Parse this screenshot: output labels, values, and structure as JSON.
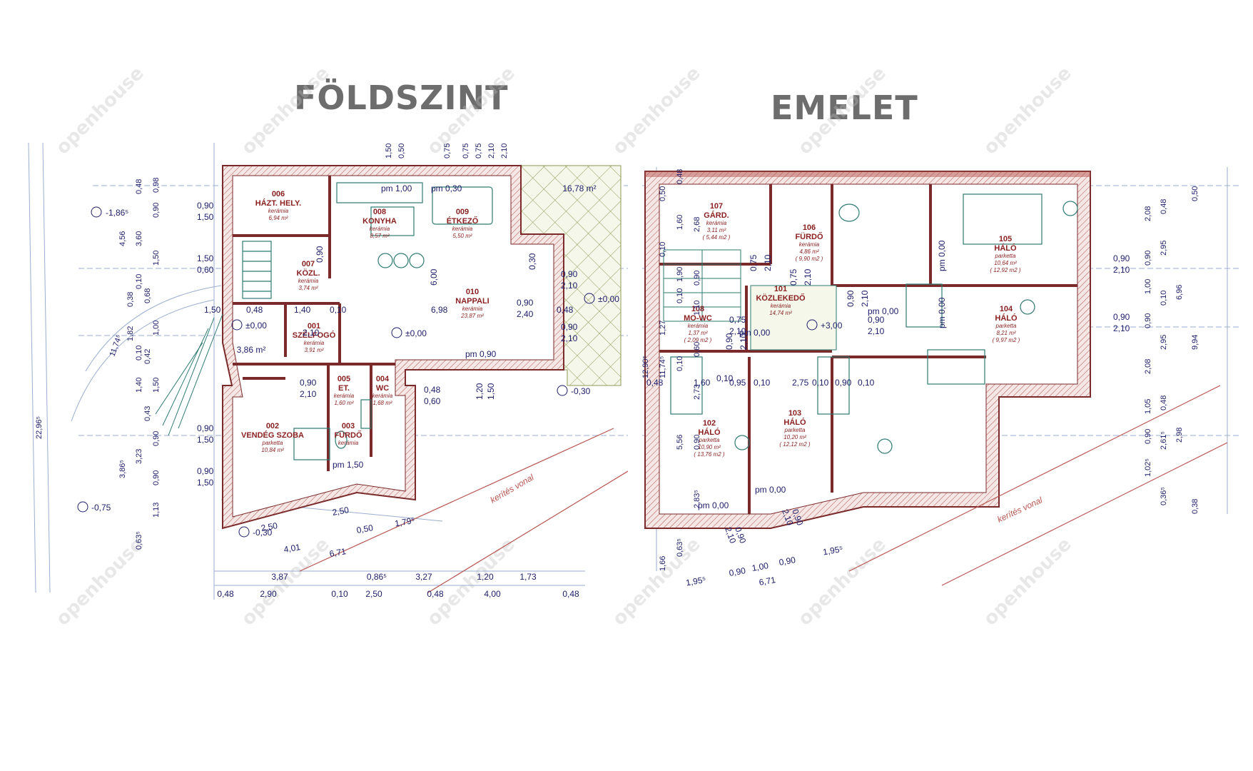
{
  "titles": {
    "ground": "FÖLDSZINT",
    "upper": "EMELET"
  },
  "watermark": "openhouse",
  "ground_floor": {
    "rooms": [
      {
        "code": "006",
        "name": "HÁZT. HELY.",
        "finish": "kerámia",
        "area": "6,94 m²"
      },
      {
        "code": "008",
        "name": "KONYHA",
        "finish": "kerámia",
        "area": "8,57 m²"
      },
      {
        "code": "009",
        "name": "ÉTKEZŐ",
        "finish": "kerámia",
        "area": "5,50 m²"
      },
      {
        "code": "007",
        "name": "KÖZL.",
        "finish": "kerámia",
        "area": "3,74 m²"
      },
      {
        "code": "010",
        "name": "NAPPALI",
        "finish": "kerámia",
        "area": "23,87 m²"
      },
      {
        "code": "001",
        "name": "SZÉLFOGÓ",
        "finish": "kerámia",
        "area": "3,91 m²"
      },
      {
        "code": "005",
        "name": "ET.",
        "finish": "kerámia",
        "area": "1,60 m²"
      },
      {
        "code": "004",
        "name": "WC",
        "finish": "kerámia",
        "area": "1,68 m²"
      },
      {
        "code": "002",
        "name": "VENDÉG SZOBA",
        "finish": "parketta",
        "area": "10,84 m²"
      },
      {
        "code": "003",
        "name": "FÜRDŐ",
        "finish": "kerámia",
        "area": ""
      }
    ],
    "terrace_area": "16,78 m²",
    "terrace2_area": "3,86 m²",
    "levels": [
      "-1,86⁵",
      "±0,00",
      "±0,00",
      "±0,00",
      "-0,30",
      "-0,75",
      "-0,30"
    ],
    "fence": "kerítés vonal",
    "top_dims": [
      "1,50",
      "0,50",
      "0,75",
      "0,75",
      "2,10",
      "0,75",
      "2,10"
    ],
    "left_dims": [
      "0,48",
      "0,98",
      "0,90",
      "4,56",
      "3,60",
      "1,50",
      "0,10",
      "0,38",
      "0,68",
      "1,82",
      "1,00",
      "0,42",
      "0,10",
      "1,40",
      "1,50",
      "0,43",
      "3,23",
      "0,90",
      "1,13",
      "0,63⁵",
      "3,86⁵",
      "0,90",
      "11,74⁵",
      "22,96⁵"
    ],
    "row1": [
      "3,87",
      "0,86⁵",
      "3,27",
      "1,20",
      "1,73"
    ],
    "row2": [
      "0,48",
      "2,90",
      "0,10",
      "2,50",
      "0,48",
      "4,00",
      "0,48"
    ],
    "diag_dims": [
      "2,50",
      "0,50",
      "1,79⁵",
      "4,01",
      "6,71",
      "2,50"
    ],
    "inner": [
      "0,90",
      "1,50",
      "1,50",
      "0,60",
      "1,50",
      "0,48",
      "1,40",
      "0,10",
      "6,98",
      "0,90",
      "0,48",
      "2,40",
      "0,90",
      "2,10",
      "0,90",
      "2,10",
      "0,90",
      "1,50",
      "0,90",
      "1,50",
      "0,90",
      "2,10",
      "0,48",
      "0,60",
      "1,20",
      "1,50",
      "pm 0,90",
      "pm 1,00",
      "pm 0,30",
      "pm 1,50",
      "6,00",
      "0,90",
      "0,30",
      "2,10"
    ]
  },
  "upper_floor": {
    "rooms": [
      {
        "code": "107",
        "name": "GÁRD.",
        "finish": "kerámia",
        "area": "3,11 m²",
        "area2": "( 5,44 m2 )"
      },
      {
        "code": "106",
        "name": "FÜRDŐ",
        "finish": "kerámia",
        "area": "4,86 m²",
        "area2": "( 9,90 m2 )"
      },
      {
        "code": "105",
        "name": "HÁLÓ",
        "finish": "parketta",
        "area": "10,64 m²",
        "area2": "( 12,92 m2 )"
      },
      {
        "code": "101",
        "name": "KÖZLEKEDŐ",
        "finish": "kerámia",
        "area": "14,74 m²",
        "area2": ""
      },
      {
        "code": "108",
        "name": "MO-WC",
        "finish": "kerámia",
        "area": "1,37 m²",
        "area2": "( 2,09 m2 )"
      },
      {
        "code": "104",
        "name": "HÁLÓ",
        "finish": "parketta",
        "area": "8,21 m²",
        "area2": "( 9,97 m2 )"
      },
      {
        "code": "102",
        "name": "HÁLÓ",
        "finish": "parketta",
        "area": "10,90 m²",
        "area2": "( 13,76 m2 )"
      },
      {
        "code": "103",
        "name": "HÁLÓ",
        "finish": "parketta",
        "area": "10,20 m²",
        "area2": "( 12,12 m2 )"
      }
    ],
    "level": "+3,00",
    "fence": "kerítés vonal",
    "left_dims": [
      "0,48",
      "0,50",
      "1,60",
      "2,68",
      "0,10",
      "1,90",
      "0,90",
      "0,10",
      "1,27",
      "1,10",
      "0,10",
      "0,60",
      "2,73",
      "5,56",
      "0,90",
      "2,83⁵",
      "0,63⁵",
      "1,66",
      "12,90⁵",
      "11,74⁵"
    ],
    "right_dims": [
      "0,50",
      "2,08",
      "0,48",
      "2,95",
      "0,90",
      "1,00",
      "0,10",
      "6,96",
      "0,90",
      "2,95",
      "9,94",
      "2,08",
      "0,48",
      "1,05",
      "0,90",
      "2,61⁵",
      "2,98",
      "1,02⁵",
      "0,36⁵",
      "0,38"
    ],
    "bottom": [
      "1,95⁵",
      "0,90",
      "1,00",
      "0,90",
      "1,95⁵",
      "6,71"
    ],
    "inner": [
      "0,90",
      "2,10",
      "0,90",
      "2,10",
      "0,75",
      "2,10",
      "0,75",
      "2,10",
      "0,90",
      "2,10",
      "0,75",
      "2,10",
      "0,90",
      "2,10",
      "0,90",
      "2,10",
      "0,48",
      "1,60",
      "0,10",
      "0,95",
      "0,10",
      "2,75",
      "0,10",
      "0,90",
      "0,10",
      "pm 0,00",
      "pm 0,00",
      "pm 0,00",
      "pm 0,00",
      "pm 0,00",
      "pm 0,00",
      "0,90",
      "2,10",
      "0,90",
      "2,10"
    ]
  }
}
